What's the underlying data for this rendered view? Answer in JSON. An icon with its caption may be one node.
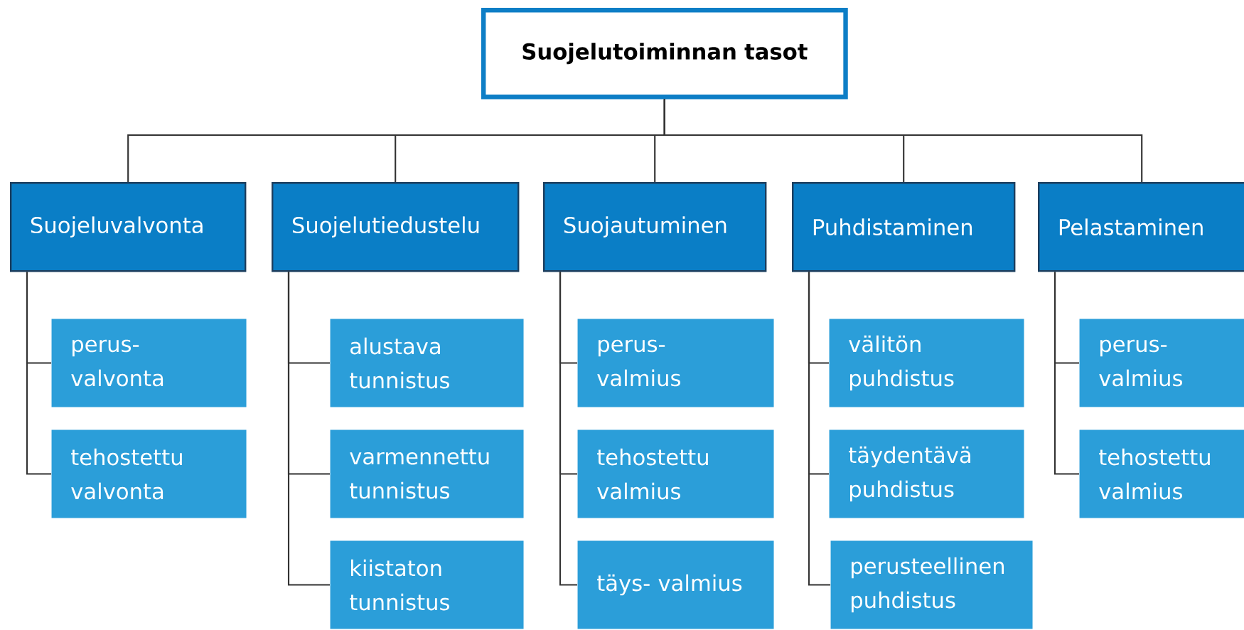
{
  "diagram": {
    "nodes": [
      {
        "text": [
          "Suojelutoiminnan tasot"
        ]
      },
      {
        "text": [
          "Suojeluvalvonta"
        ]
      },
      {
        "text": [
          "Suojelutiedustelu"
        ]
      },
      {
        "text": [
          "Suojautuminen"
        ]
      },
      {
        "text": [
          "Puhdistaminen"
        ]
      },
      {
        "text": [
          "Pelastaminen"
        ]
      },
      {
        "text": [
          "perus- valvonta"
        ]
      },
      {
        "text": [
          "tehostettu valvonta"
        ]
      },
      {
        "text": [
          "alustava tunnistus"
        ]
      },
      {
        "text": [
          "varmennettu tunnistus"
        ]
      },
      {
        "text": [
          "kiistaton tunnistus"
        ]
      },
      {
        "text": [
          "perus- valmius"
        ]
      },
      {
        "text": [
          "tehostettu valmius"
        ]
      },
      {
        "text": [
          "täys- valmius"
        ]
      },
      {
        "text": [
          "välitön puhdistus"
        ]
      },
      {
        "text": [
          "täydentävä puhdistus"
        ]
      },
      {
        "text": [
          "perusteellinen puhdistus"
        ]
      },
      {
        "text": [
          "perus- valmius"
        ]
      },
      {
        "text": [
          "tehostettu valmius"
        ]
      }
    ],
    "edges": [
      {
        "from": 0,
        "to": 1,
        "arrow": "none"
      },
      {
        "from": 0,
        "to": 2,
        "arrow": "none"
      },
      {
        "from": 0,
        "to": 3,
        "arrow": "none"
      },
      {
        "from": 0,
        "to": 4,
        "arrow": "none"
      },
      {
        "from": 0,
        "to": 5,
        "arrow": "none"
      },
      {
        "from": 1,
        "to": 6,
        "arrow": "none"
      },
      {
        "from": 1,
        "to": 7,
        "arrow": "none"
      },
      {
        "from": 2,
        "to": 8,
        "arrow": "none"
      },
      {
        "from": 2,
        "to": 9,
        "arrow": "none"
      },
      {
        "from": 2,
        "to": 10,
        "arrow": "none"
      },
      {
        "from": 3,
        "to": 11,
        "arrow": "none"
      },
      {
        "from": 3,
        "to": 12,
        "arrow": "none"
      },
      {
        "from": 3,
        "to": 13,
        "arrow": "none"
      },
      {
        "from": 4,
        "to": 14,
        "arrow": "none"
      },
      {
        "from": 4,
        "to": 15,
        "arrow": "none"
      },
      {
        "from": 4,
        "to": 16,
        "arrow": "none"
      },
      {
        "from": 5,
        "to": 17,
        "arrow": "none"
      },
      {
        "from": 5,
        "to": 18,
        "arrow": "none"
      }
    ]
  }
}
